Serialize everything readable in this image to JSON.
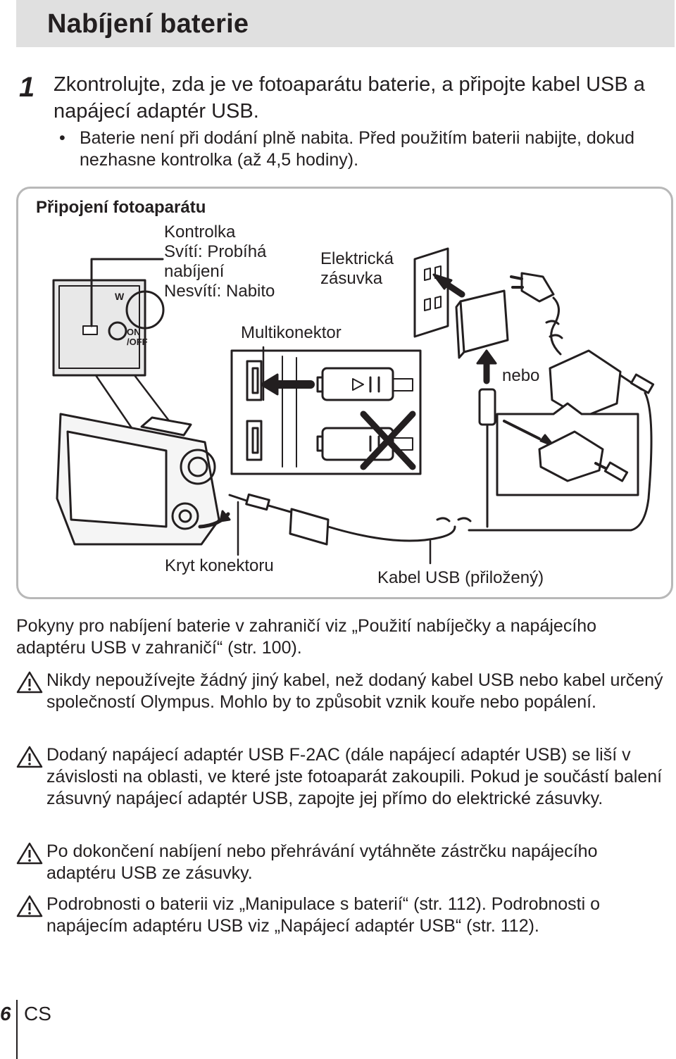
{
  "header": {
    "title": "Nabíjení baterie"
  },
  "step": {
    "number": "1",
    "text": "Zkontrolujte, zda je ve fotoaparátu baterie, a připojte kabel USB a napájecí adaptér USB.",
    "bullet_symbol": "•",
    "bullet": "Baterie není při dodání plně nabita. Před použitím baterii nabijte, dokud nezhasne kontrolka (až 4,5 hodiny)."
  },
  "diagram": {
    "title": "Připojení fotoaparátu",
    "indicator_lines": [
      "Kontrolka",
      "Svítí: Probíhá",
      "nabíjení",
      "Nesvítí: Nabito"
    ],
    "outlet_lines": [
      "Elektrická",
      "zásuvka"
    ],
    "multiconnector": "Multikonektor",
    "or": "nebo",
    "connector_cover": "Kryt konektoru",
    "usb_cable": "Kabel USB (přiložený)",
    "camera_marks": {
      "wide": "W",
      "on": "ON",
      "off": "/OFF"
    }
  },
  "note": "Pokyny pro nabíjení baterie v zahraničí viz „Použití nabíječky a napájecího adaptéru USB v zahraničí“ (str. 100).",
  "warnings": [
    {
      "icon": "warning-icon",
      "text": "Nikdy nepoužívejte žádný jiný kabel, než dodaný kabel USB nebo kabel určený společností Olympus. Mohlo by to způsobit vznik kouře nebo popálení."
    },
    {
      "icon": "warning-icon",
      "text": "Dodaný napájecí adaptér USB F-2AC (dále napájecí adaptér USB) se liší v závislosti na oblasti, ve které jste fotoaparát zakoupili. Pokud je součástí balení zásuvný napájecí adaptér USB, zapojte jej přímo do elektrické zásuvky."
    },
    {
      "icon": "warning-icon",
      "text": "Po dokončení nabíjení nebo přehrávání vytáhněte zástrčku napájecího adaptéru USB ze zásuvky."
    },
    {
      "icon": "warning-icon",
      "text": "Podrobnosti o baterii viz „Manipulace s baterií“ (str. 112). Podrobnosti o napájecím adaptéru USB viz „Napájecí adaptér USB“ (str. 112)."
    }
  ],
  "footer": {
    "page_number": "6",
    "language": "CS"
  },
  "colors": {
    "title_bar": "#e0e0e0",
    "text": "#231f20",
    "frame": "#b8b8b8"
  }
}
